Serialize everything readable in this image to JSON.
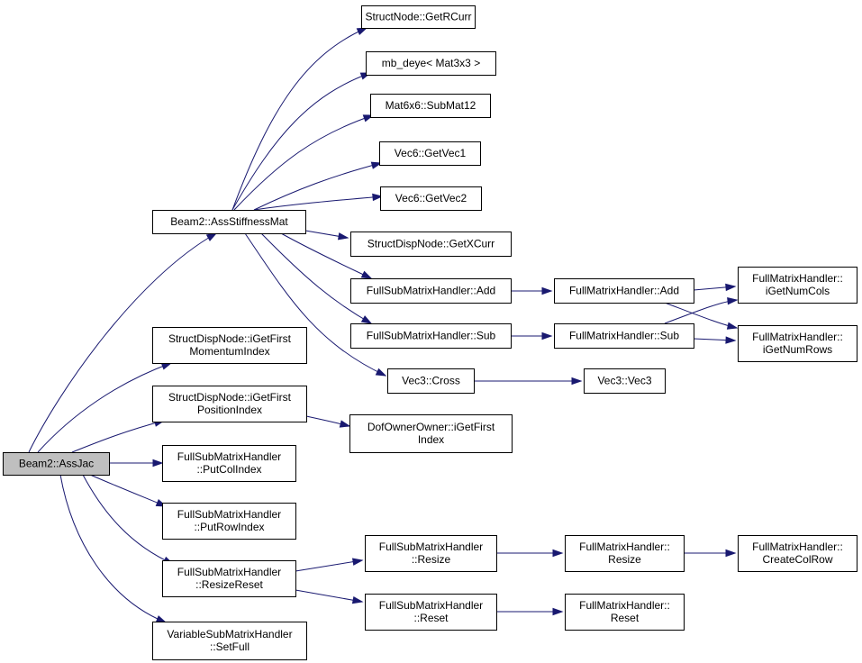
{
  "graph": {
    "colors": {
      "edge": "#191970",
      "node_fill": "#ffffff",
      "root_fill": "#bfbfbf",
      "node_border": "#000000"
    },
    "nodes": [
      {
        "id": "n0",
        "lines": [
          "Beam2::AssJac"
        ],
        "root": true
      },
      {
        "id": "n1",
        "lines": [
          "Beam2::AssStiffnessMat"
        ]
      },
      {
        "id": "n2",
        "lines": [
          "StructNode::GetRCurr"
        ]
      },
      {
        "id": "n3",
        "lines": [
          "mb_deye< Mat3x3 >"
        ]
      },
      {
        "id": "n4",
        "lines": [
          "Mat6x6::SubMat12"
        ]
      },
      {
        "id": "n5",
        "lines": [
          "Vec6::GetVec1"
        ]
      },
      {
        "id": "n6",
        "lines": [
          "Vec6::GetVec2"
        ]
      },
      {
        "id": "n7",
        "lines": [
          "StructDispNode::GetXCurr"
        ]
      },
      {
        "id": "n8",
        "lines": [
          "FullSubMatrixHandler::Add"
        ]
      },
      {
        "id": "n9",
        "lines": [
          "FullMatrixHandler::Add"
        ]
      },
      {
        "id": "n10",
        "lines": [
          "FullMatrixHandler::",
          "iGetNumCols"
        ]
      },
      {
        "id": "n11",
        "lines": [
          "FullMatrixHandler::",
          "iGetNumRows"
        ]
      },
      {
        "id": "n12",
        "lines": [
          "FullSubMatrixHandler::Sub"
        ]
      },
      {
        "id": "n13",
        "lines": [
          "FullMatrixHandler::Sub"
        ]
      },
      {
        "id": "n14",
        "lines": [
          "Vec3::Cross"
        ]
      },
      {
        "id": "n15",
        "lines": [
          "Vec3::Vec3"
        ]
      },
      {
        "id": "n16",
        "lines": [
          "StructDispNode::iGetFirst",
          "MomentumIndex"
        ]
      },
      {
        "id": "n17",
        "lines": [
          "StructDispNode::iGetFirst",
          "PositionIndex"
        ]
      },
      {
        "id": "n18",
        "lines": [
          "DofOwnerOwner::iGetFirst",
          "Index"
        ]
      },
      {
        "id": "n19",
        "lines": [
          "FullSubMatrixHandler",
          "::PutColIndex"
        ]
      },
      {
        "id": "n20",
        "lines": [
          "FullSubMatrixHandler",
          "::PutRowIndex"
        ]
      },
      {
        "id": "n21",
        "lines": [
          "FullSubMatrixHandler",
          "::ResizeReset"
        ]
      },
      {
        "id": "n22",
        "lines": [
          "FullSubMatrixHandler",
          "::Resize"
        ]
      },
      {
        "id": "n23",
        "lines": [
          "FullMatrixHandler::",
          "Resize"
        ]
      },
      {
        "id": "n24",
        "lines": [
          "FullMatrixHandler::",
          "CreateColRow"
        ]
      },
      {
        "id": "n25",
        "lines": [
          "FullSubMatrixHandler",
          "::Reset"
        ]
      },
      {
        "id": "n26",
        "lines": [
          "FullMatrixHandler::",
          "Reset"
        ]
      },
      {
        "id": "n27",
        "lines": [
          "VariableSubMatrixHandler",
          "::SetFull"
        ]
      }
    ],
    "edges": [
      {
        "from": "n0",
        "to": "n1"
      },
      {
        "from": "n0",
        "to": "n16"
      },
      {
        "from": "n0",
        "to": "n17"
      },
      {
        "from": "n0",
        "to": "n19"
      },
      {
        "from": "n0",
        "to": "n20"
      },
      {
        "from": "n0",
        "to": "n21"
      },
      {
        "from": "n0",
        "to": "n27"
      },
      {
        "from": "n1",
        "to": "n2"
      },
      {
        "from": "n1",
        "to": "n3"
      },
      {
        "from": "n1",
        "to": "n4"
      },
      {
        "from": "n1",
        "to": "n5"
      },
      {
        "from": "n1",
        "to": "n6"
      },
      {
        "from": "n1",
        "to": "n7"
      },
      {
        "from": "n1",
        "to": "n8"
      },
      {
        "from": "n1",
        "to": "n12"
      },
      {
        "from": "n1",
        "to": "n14"
      },
      {
        "from": "n8",
        "to": "n9"
      },
      {
        "from": "n9",
        "to": "n10"
      },
      {
        "from": "n9",
        "to": "n11"
      },
      {
        "from": "n12",
        "to": "n13"
      },
      {
        "from": "n13",
        "to": "n10"
      },
      {
        "from": "n13",
        "to": "n11"
      },
      {
        "from": "n14",
        "to": "n15"
      },
      {
        "from": "n17",
        "to": "n18"
      },
      {
        "from": "n21",
        "to": "n22"
      },
      {
        "from": "n21",
        "to": "n25"
      },
      {
        "from": "n22",
        "to": "n23"
      },
      {
        "from": "n23",
        "to": "n24"
      },
      {
        "from": "n25",
        "to": "n26"
      }
    ]
  }
}
